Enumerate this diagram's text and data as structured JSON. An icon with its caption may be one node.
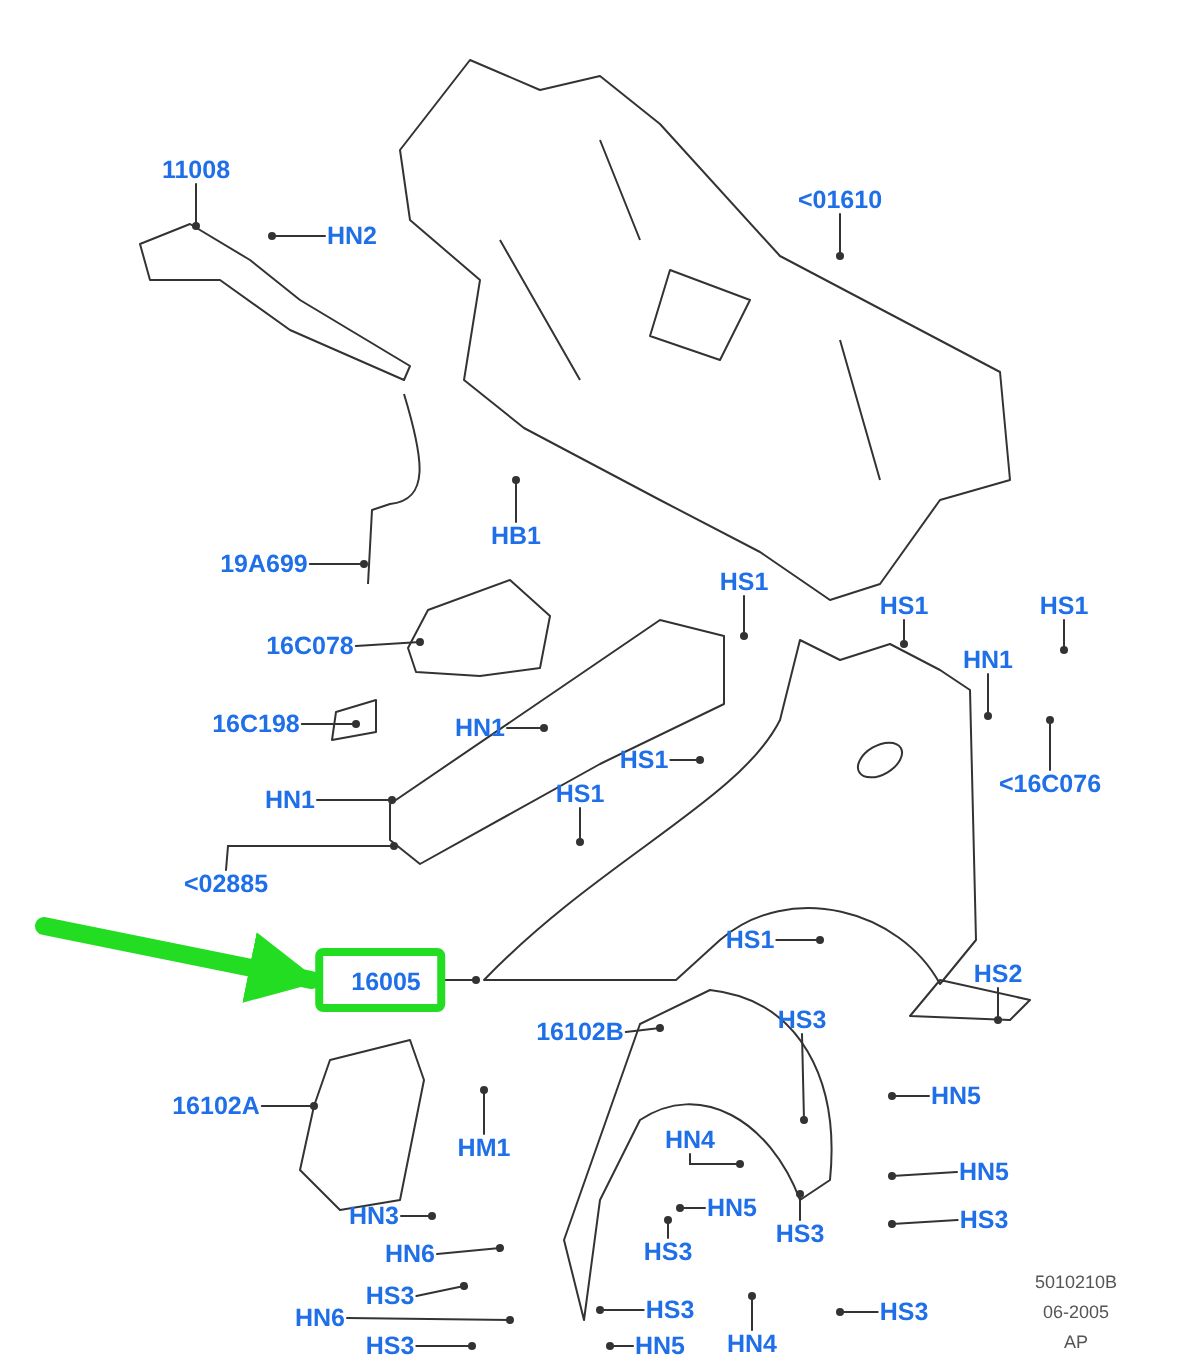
{
  "diagram": {
    "nodes": [
      {
        "text": [
          "11008"
        ]
      },
      {
        "text": [
          "HN2"
        ]
      },
      {
        "text": [
          "<01610"
        ]
      },
      {
        "text": [
          "HB1"
        ]
      },
      {
        "text": [
          "19A699"
        ]
      },
      {
        "text": [
          "16C078"
        ]
      },
      {
        "text": [
          "HN1"
        ]
      },
      {
        "text": [
          "16C198"
        ]
      },
      {
        "text": [
          "HN1"
        ]
      },
      {
        "text": [
          "<02885"
        ]
      },
      {
        "text": [
          "HS1"
        ]
      },
      {
        "text": [
          "HS1"
        ]
      },
      {
        "text": [
          "HS1"
        ]
      },
      {
        "text": [
          "HN1"
        ]
      },
      {
        "text": [
          "<16C076"
        ]
      },
      {
        "text": [
          "HS1"
        ]
      },
      {
        "text": [
          "HS1"
        ]
      },
      {
        "text": [
          "16005"
        ]
      },
      {
        "text": [
          "HS1"
        ]
      },
      {
        "text": [
          "HS2"
        ]
      },
      {
        "text": [
          "16102B"
        ]
      },
      {
        "text": [
          "HS3"
        ]
      },
      {
        "text": [
          "16102A"
        ]
      },
      {
        "text": [
          "HM1"
        ]
      },
      {
        "text": [
          "HN5"
        ]
      },
      {
        "text": [
          "HN4"
        ]
      },
      {
        "text": [
          "HN5"
        ]
      },
      {
        "text": [
          "HN3"
        ]
      },
      {
        "text": [
          "HS3"
        ]
      },
      {
        "text": [
          "HN5"
        ]
      },
      {
        "text": [
          "HS3"
        ]
      },
      {
        "text": [
          "HS3"
        ]
      },
      {
        "text": [
          "HN6"
        ]
      },
      {
        "text": [
          "HS3"
        ]
      },
      {
        "text": [
          "HS3"
        ]
      },
      {
        "text": [
          "HS3"
        ]
      },
      {
        "text": [
          "HN6"
        ]
      },
      {
        "text": [
          "HN4"
        ]
      },
      {
        "text": [
          "HS3"
        ]
      },
      {
        "text": [
          "HN5"
        ]
      }
    ],
    "edges": [
      {
        "from": 0,
        "to": null,
        "arrow": "other"
      },
      {
        "from": 1,
        "to": null,
        "arrow": "other"
      },
      {
        "from": 2,
        "to": null,
        "arrow": "other"
      },
      {
        "from": 3,
        "to": null,
        "arrow": "other"
      },
      {
        "from": 4,
        "to": null,
        "arrow": "other"
      },
      {
        "from": 5,
        "to": null,
        "arrow": "other"
      },
      {
        "from": 6,
        "to": null,
        "arrow": "other"
      },
      {
        "from": 7,
        "to": null,
        "arrow": "other"
      },
      {
        "from": 8,
        "to": null,
        "arrow": "other"
      },
      {
        "from": 9,
        "to": null,
        "arrow": "other"
      },
      {
        "from": 10,
        "to": null,
        "arrow": "other"
      },
      {
        "from": 11,
        "to": null,
        "arrow": "other"
      },
      {
        "from": 12,
        "to": null,
        "arrow": "other"
      },
      {
        "from": 13,
        "to": null,
        "arrow": "other"
      },
      {
        "from": 14,
        "to": null,
        "arrow": "other"
      },
      {
        "from": 15,
        "to": null,
        "arrow": "other"
      },
      {
        "from": 16,
        "to": null,
        "arrow": "other"
      },
      {
        "from": 17,
        "to": null,
        "arrow": "other"
      },
      {
        "from": 18,
        "to": null,
        "arrow": "other"
      },
      {
        "from": 19,
        "to": null,
        "arrow": "other"
      },
      {
        "from": 20,
        "to": null,
        "arrow": "other"
      },
      {
        "from": 21,
        "to": null,
        "arrow": "other"
      },
      {
        "from": 22,
        "to": null,
        "arrow": "other"
      },
      {
        "from": 23,
        "to": null,
        "arrow": "other"
      },
      {
        "from": 24,
        "to": null,
        "arrow": "other"
      },
      {
        "from": 25,
        "to": null,
        "arrow": "other"
      },
      {
        "from": 26,
        "to": null,
        "arrow": "other"
      },
      {
        "from": 27,
        "to": null,
        "arrow": "other"
      },
      {
        "from": 28,
        "to": null,
        "arrow": "other"
      },
      {
        "from": 29,
        "to": null,
        "arrow": "other"
      },
      {
        "from": 30,
        "to": null,
        "arrow": "other"
      },
      {
        "from": 31,
        "to": null,
        "arrow": "other"
      },
      {
        "from": 32,
        "to": null,
        "arrow": "other"
      },
      {
        "from": 33,
        "to": null,
        "arrow": "other"
      },
      {
        "from": 34,
        "to": null,
        "arrow": "other"
      },
      {
        "from": 35,
        "to": null,
        "arrow": "other"
      },
      {
        "from": 36,
        "to": null,
        "arrow": "other"
      },
      {
        "from": 37,
        "to": null,
        "arrow": "other"
      },
      {
        "from": 38,
        "to": null,
        "arrow": "other"
      },
      {
        "from": 39,
        "to": null,
        "arrow": "other"
      },
      {
        "from": null,
        "to": 17,
        "arrow": "to",
        "style": "thick",
        "color": "#22dd22"
      }
    ],
    "labels": [
      "5010210B",
      "06-2005",
      "AP"
    ]
  }
}
